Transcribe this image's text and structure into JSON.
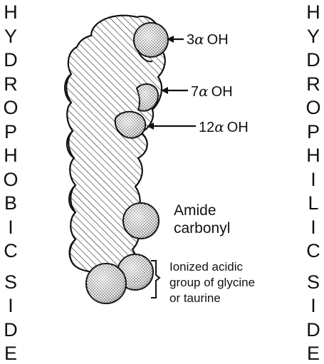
{
  "left_side_label": "HYDROPHOBIC SIDE",
  "right_side_label": "HYDROPHILIC SIDE",
  "labels": {
    "oh3": {
      "num": "3",
      "greek": "α",
      "group": "OH"
    },
    "oh7": {
      "num": "7",
      "greek": "α",
      "group": "OH"
    },
    "oh12": {
      "num": "12",
      "greek": "α",
      "group": "OH"
    },
    "amide_line1": "Amide",
    "amide_line2": "carbonyl",
    "ionized_line1": "Ionized acidic",
    "ionized_line2": "group of glycine",
    "ionized_line3": "or taurine"
  }
}
